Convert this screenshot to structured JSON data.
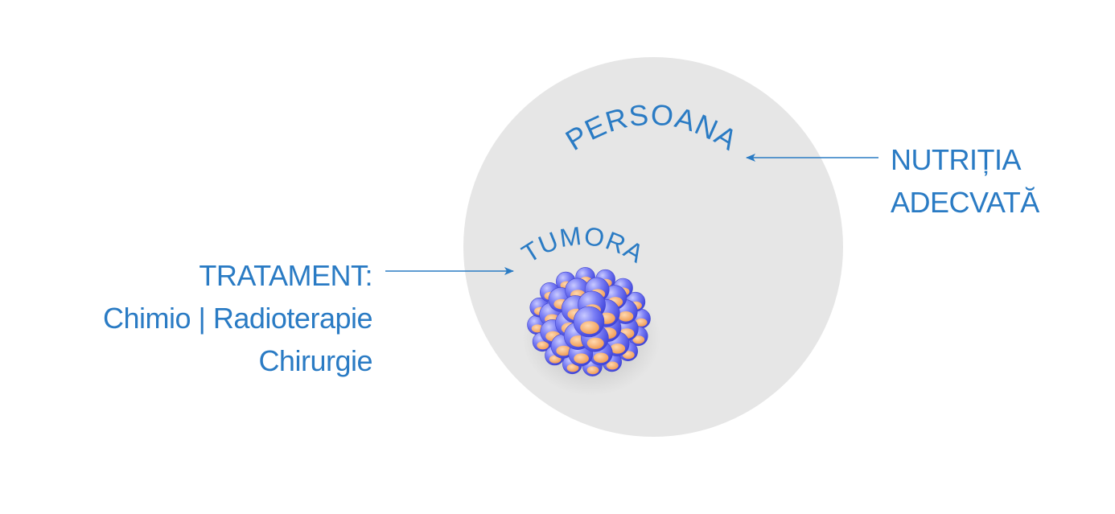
{
  "person_label": "PERSOANA",
  "tumor_label": "TUMORA",
  "treatment": {
    "line1": "TRATAMENT:",
    "line2": "Chimio | Radioterapie",
    "line3": "Chirurgie"
  },
  "nutrition": {
    "line1": "NUTRIȚIA",
    "line2": "ADECVATĂ"
  },
  "colors": {
    "accent": "#2a7bc4",
    "circle_fill": "#e6e6e6",
    "tumor_cell": "#5a5ef0",
    "tumor_core": "#f7a863"
  }
}
